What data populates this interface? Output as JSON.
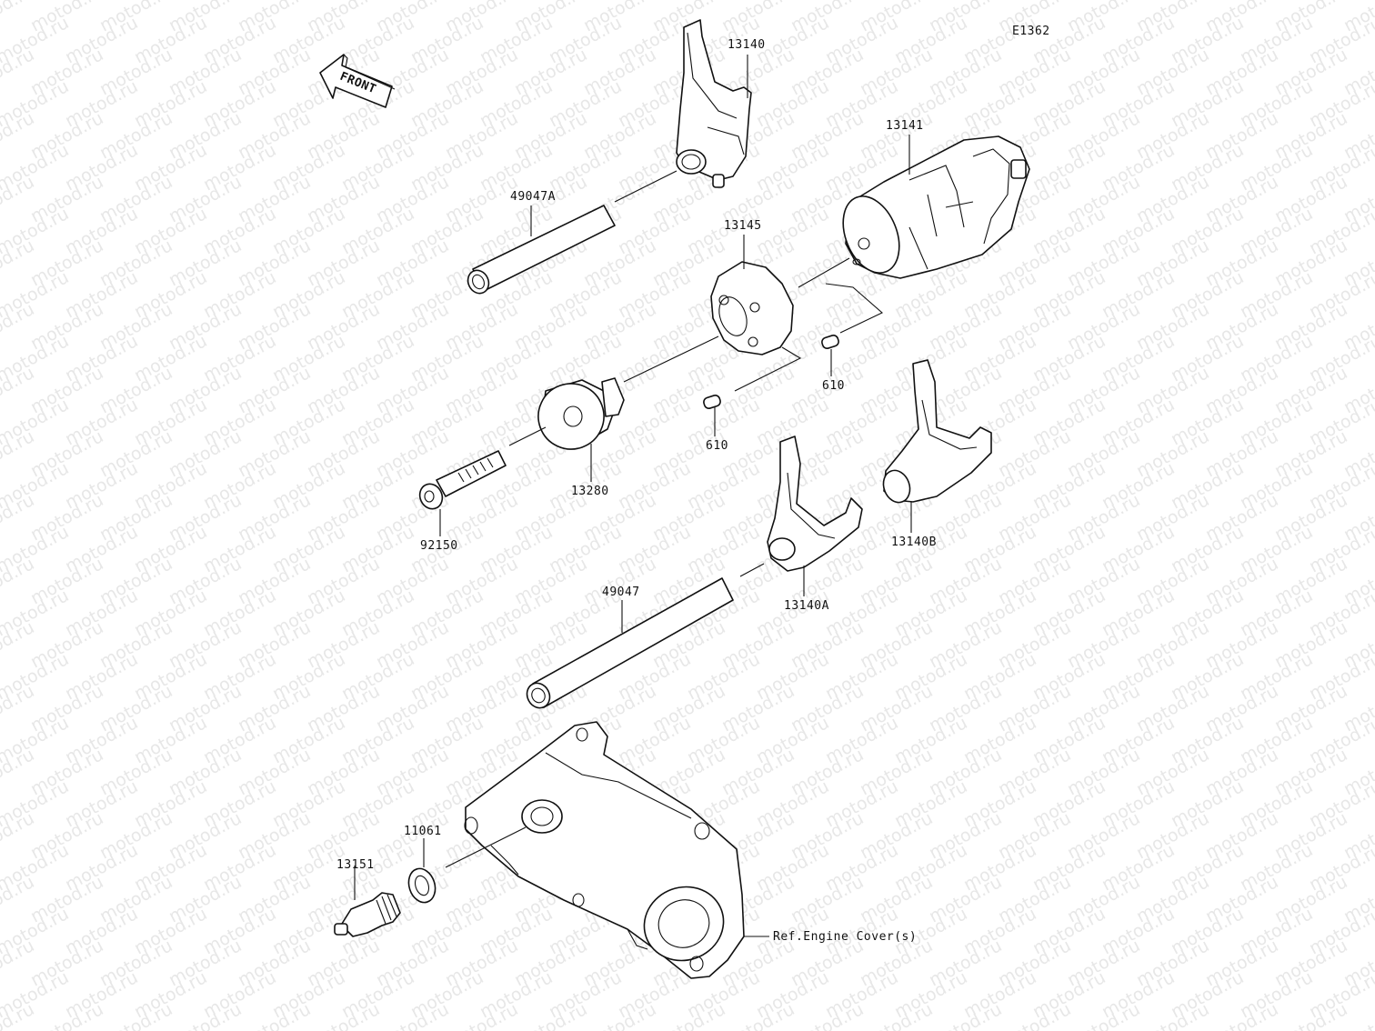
{
  "diagram_code": "E1362",
  "front_arrow_label": "FRONT",
  "watermark_text": "motod.ru",
  "parts": {
    "shift_fork_top": "13140",
    "shift_drum": "13141",
    "shaft_short": "49047A",
    "drum_cam": "13145",
    "pin_right": "610",
    "pin_left": "610",
    "holder": "13280",
    "bolt": "92150",
    "shift_fork_b": "13140B",
    "shift_fork_a": "13140A",
    "shaft_long": "49047",
    "gasket": "11061",
    "neutral_switch": "13151",
    "engine_cover_ref": "Ref.Engine Cover(s)"
  }
}
